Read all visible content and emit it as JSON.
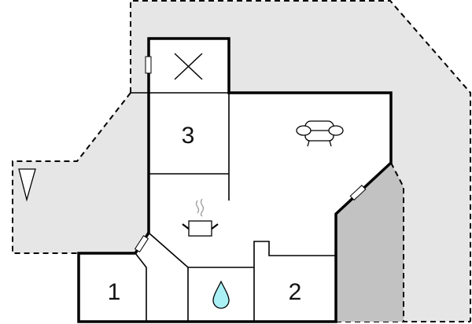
{
  "diagram": {
    "type": "floor-plan",
    "colors": {
      "background": "#ffffff",
      "outdoor_area": "#e6e6e6",
      "covered_terrace": "#c2c2c2",
      "wall": "#000000",
      "water_drop": "#aaf0f5"
    },
    "rooms": [
      {
        "id": "bedroom-1",
        "label": "1"
      },
      {
        "id": "bedroom-2",
        "label": "2"
      },
      {
        "id": "bedroom-3",
        "label": "3"
      }
    ],
    "icons": [
      {
        "name": "sofa-icon",
        "room": "living-room"
      },
      {
        "name": "cooking-pot-icon",
        "room": "kitchen"
      },
      {
        "name": "water-drop-icon",
        "room": "bathroom"
      },
      {
        "name": "cross-icon",
        "room": "storage"
      },
      {
        "name": "north-arrow-icon",
        "area": "outdoor"
      }
    ]
  }
}
